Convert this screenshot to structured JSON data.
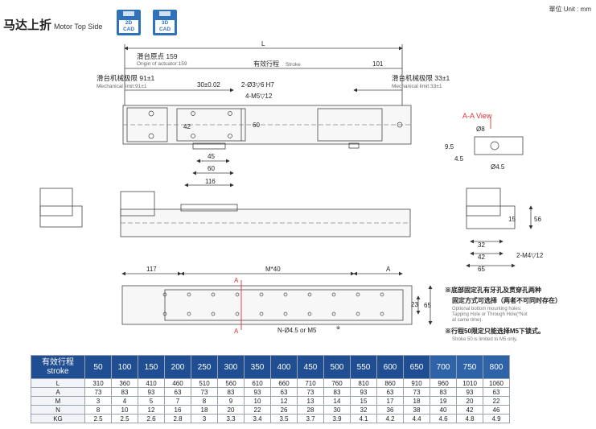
{
  "header": {
    "title_cn": "马达上折",
    "title_en": "Motor Top Side",
    "cad_2d_top": "2D",
    "cad_2d_bottom": "CAD",
    "cad_3d_top": "3D",
    "cad_3d_bottom": "CAD",
    "unit": "單位 Unit : mm"
  },
  "drawing": {
    "dim_L": "L",
    "origin_cn": "滑台原点 159",
    "origin_en": "Origin of actuator:159",
    "stroke_cn": "有效行程",
    "stroke_en": "Stroke",
    "dim_101": "101",
    "mech_left_cn": "滑台机械极限 91±1",
    "mech_left_en": "Mechanical limit:91±1",
    "mech_right_cn": "滑台机械极限 33±1",
    "mech_right_en": "Mechanical limit:33±1",
    "dim_30": "30±0.02",
    "hole_spec_1": "2-Ø3▽6 H7",
    "hole_spec_2": "4-M5▽12",
    "dim_42": "42",
    "dim_60v": "60",
    "dim_45": "45",
    "dim_60h": "60",
    "dim_116": "116",
    "aa_view": "A-A View",
    "dim_d8": "Ø8",
    "dim_9_5": "9.5",
    "dim_4_5": "4.5",
    "dim_d4_5": "Ø4.5",
    "dim_56": "56",
    "dim_15": "15",
    "dim_32": "32",
    "dim_42b": "42",
    "dim_65": "65",
    "side_holes": "2-M4▽12",
    "dim_117": "117",
    "dim_M40": "M*40",
    "dim_A": "A",
    "dim_23": "23",
    "dim_65v": "65",
    "section_A": "A",
    "bottom_holes": "N-Ø4.5 or M5",
    "note_mark": "※"
  },
  "notes": {
    "n1_cn": "※底部固定孔有牙孔及贯穿孔两种",
    "n1_cn2": "固定方式可选择（两者不可同时存在）",
    "n1_en1": "Optional bottom mounting holes:",
    "n1_en2": "Tapping Hole or Through Hole(*Not",
    "n1_en3": "at same time).",
    "n2_cn": "※行程50限定只能选择M5下锁式。",
    "n2_en": "Stroke 50 is limited to M5 only."
  },
  "table": {
    "head_cn": "有效行程",
    "head_en": "stroke",
    "strokes": [
      "50",
      "100",
      "150",
      "200",
      "250",
      "300",
      "350",
      "400",
      "450",
      "500",
      "550",
      "600",
      "650",
      "700",
      "750",
      "800"
    ],
    "rows": [
      {
        "label": "L",
        "values": [
          "310",
          "360",
          "410",
          "460",
          "510",
          "560",
          "610",
          "660",
          "710",
          "760",
          "810",
          "860",
          "910",
          "960",
          "1010",
          "1060"
        ]
      },
      {
        "label": "A",
        "values": [
          "73",
          "83",
          "93",
          "63",
          "73",
          "83",
          "93",
          "63",
          "73",
          "83",
          "93",
          "63",
          "73",
          "83",
          "93",
          "63"
        ]
      },
      {
        "label": "M",
        "values": [
          "3",
          "4",
          "5",
          "7",
          "8",
          "9",
          "10",
          "12",
          "13",
          "14",
          "15",
          "17",
          "18",
          "19",
          "20",
          "22"
        ]
      },
      {
        "label": "N",
        "values": [
          "8",
          "10",
          "12",
          "16",
          "18",
          "20",
          "22",
          "26",
          "28",
          "30",
          "32",
          "36",
          "38",
          "40",
          "42",
          "46"
        ]
      },
      {
        "label": "KG",
        "values": [
          "2.5",
          "2.5",
          "2.6",
          "2.8",
          "3",
          "3.3",
          "3.4",
          "3.5",
          "3.7",
          "3.9",
          "4.1",
          "4.2",
          "4.4",
          "4.6",
          "4.8",
          "4.9"
        ]
      }
    ]
  }
}
